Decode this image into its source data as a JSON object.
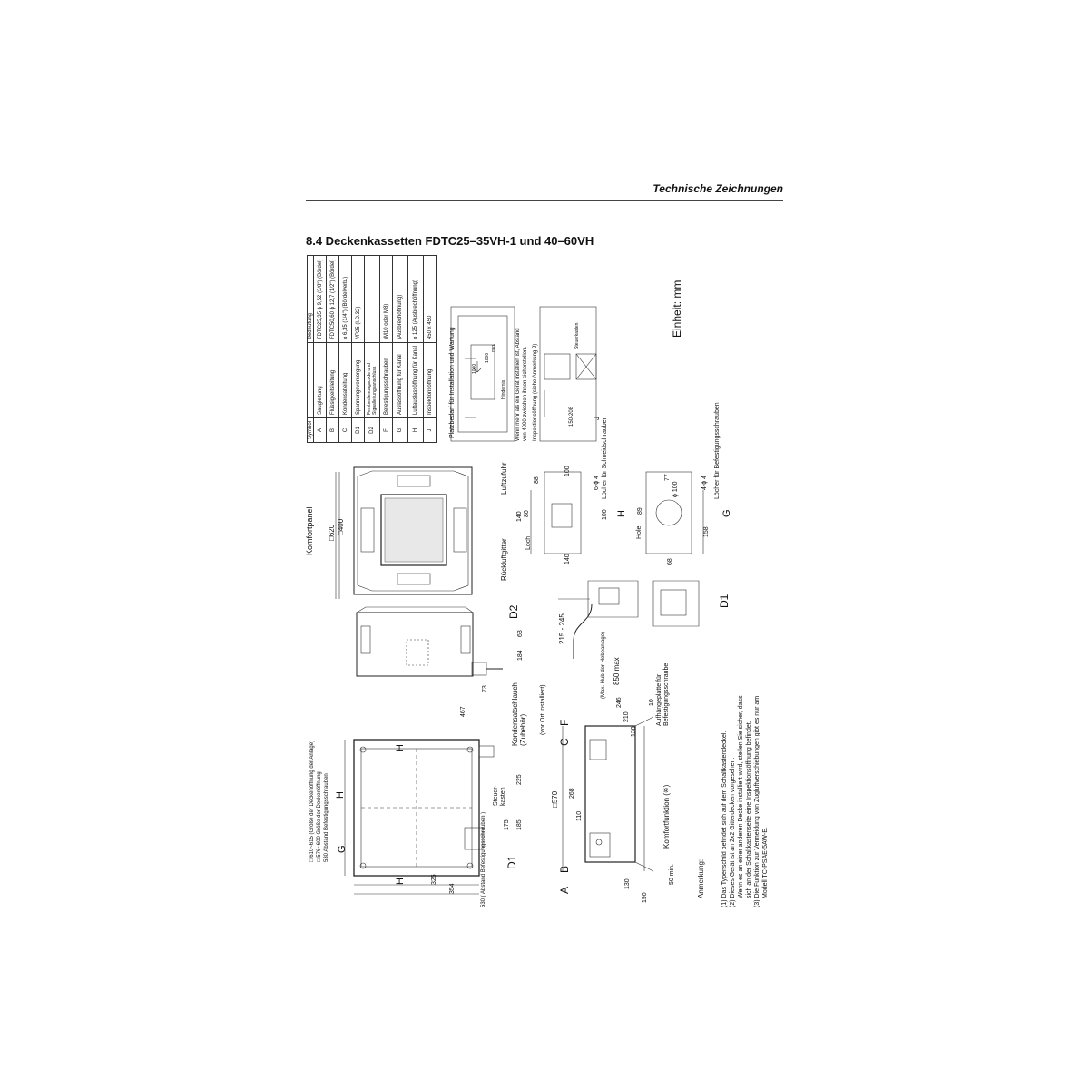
{
  "header": {
    "section_title": "Technische Zeichnungen",
    "heading": "8.4  Deckenkassetten FDTC25–35VH-1 und 40–60VH"
  },
  "unit": "Einheit: mm",
  "legend_table": {
    "header": [
      "Symbol",
      "",
      "Bedeutung"
    ],
    "rows": [
      [
        "A",
        "Saugleitung",
        "FDTC25,35  ϕ 9,52 (3/8\") (Bördel)"
      ],
      [
        "B",
        "Flüssigkeitsleitung",
        "FDTC50,60  ϕ 12,7 (1/2\") (Bördel)"
      ],
      [
        "C",
        "Kondensatleitung",
        "ϕ 6,35 (1/4\") (Bördelverb.)"
      ],
      [
        "D1",
        "Spannungsversorgung",
        "VP25 (I.D.32)"
      ],
      [
        "D2",
        "Fernbedienungscode und Signalleitungsanschluss",
        ""
      ],
      [
        "F",
        "Befestigungsschrauben",
        "(M10 oder M8)"
      ],
      [
        "G",
        "Auslassöffnung für Kanal",
        "(Ausbrechöffnung)"
      ],
      [
        "H",
        "Luftauslassöffnung für Kanal",
        "ϕ 125 (Ausbrechöffnung)"
      ],
      [
        "J",
        "Inspektionsöffnung",
        "450 x 450"
      ]
    ]
  },
  "space_diagram": {
    "title": "Platzbedarf für Installation und Wartung",
    "dim_1000a": "1000",
    "dim_1000b": "1000",
    "min": "min.",
    "obstacle": "Hindernis",
    "note_line1": "Wenn mehr als ein Gerät installiert ist, Abstand",
    "note_line2": "von 4000 zwischen ihnen sicherstellen.",
    "inspection_note": "Inspektionsöffnung (siehe Anmerkung 2)",
    "control_box": "Steuerkasten",
    "dim_range": "150-208",
    "label_j": "J"
  },
  "labels": {
    "komfortpanel": "Komfortpanel",
    "dim_620": "□620",
    "dim_400": "□400",
    "luftzufuhr": "Luftzufuhr",
    "rueckluftgitter": "Rückluftgitter",
    "d2": "D2",
    "dim_63": "63",
    "dim_184": "184",
    "dim_73": "73",
    "dim_140a": "140",
    "dim_80": "80",
    "dim_88": "88",
    "dim_100a": "100",
    "dim_100b": "100",
    "holes_h": "6-ϕ 4",
    "holes_h_label": "Löcher für Schneidschrauben",
    "loch": "Loch",
    "h_label": "H",
    "dim_140b": "140",
    "hole": "Hole",
    "dim_89": "89",
    "dim_phi100": "ϕ 100",
    "dim_77": "77",
    "holes_g": "4-ϕ 4",
    "holes_g_label": "Löcher für Befestigungsschrauben",
    "dim_158": "158",
    "dim_68": "68",
    "g_label": "G",
    "dim_215_245": "215 - 245",
    "max_hub": "(Max. Hub der Hebeanlage)",
    "dim_850": "850 max",
    "d1_detail": "D1",
    "mount_plate": "Aufhängeplatte für",
    "mount_plate2": "Befestigungsschraube",
    "kondensat": "Kondensatschlauch",
    "zubehoer": "(Zubehör)",
    "vor_ort": "(vor Ort installiert)",
    "dim_467": "467",
    "steuer": "Steuer-",
    "kasten": "kasten",
    "dim_225": "225",
    "dim_175": "175",
    "dim_185": "185",
    "d1_plan": "D1",
    "ceiling_line1": "□ 610~615  (Größe der Deckenöffnung der Anlage)",
    "ceiling_line2": "□ 576~600  Größe der Deckenöffnung",
    "ceiling_line3": "530  Abstand Befestigungsschrauben",
    "h_top": "H",
    "h_mid": "H",
    "h_bot": "H",
    "g_plan": "G",
    "dim_325": "325",
    "dim_354": "354",
    "dim_530_bot": "530 ( Abstand Befestigungsschrauben )",
    "label_c": "C",
    "label_f": "F",
    "label_a": "A",
    "label_b": "B",
    "dim_570": "□570",
    "dim_268": "268",
    "dim_110": "110",
    "dim_246": "246",
    "dim_210": "210",
    "dim_130a": "130",
    "dim_10": "10",
    "dim_130b": "130",
    "dim_190": "190",
    "dim_50": "50 min.",
    "komfort_fn": "Komfortfunktion (※)"
  },
  "notes": {
    "title": "Anmerkung:",
    "n1": "(1) Das Typenschild befindet sich auf dem Schaltkastendeckel.",
    "n2": "(2) Dieses Gerät ist an 2x2 Gitterdecken vorgesehen.",
    "n2b": "Wenn es an einer anderen Decke installiert wird, stellen Sie sicher, dass",
    "n2c": "sich an der Schaltkastenseite eine Inspektionsöffnung befindet.",
    "n3": "(3) Die Funktion zur Vermeidung von Zugluftverschiebungen gibt es nur am",
    "n3b": "Modell TC-PSAE-5AW-E."
  }
}
